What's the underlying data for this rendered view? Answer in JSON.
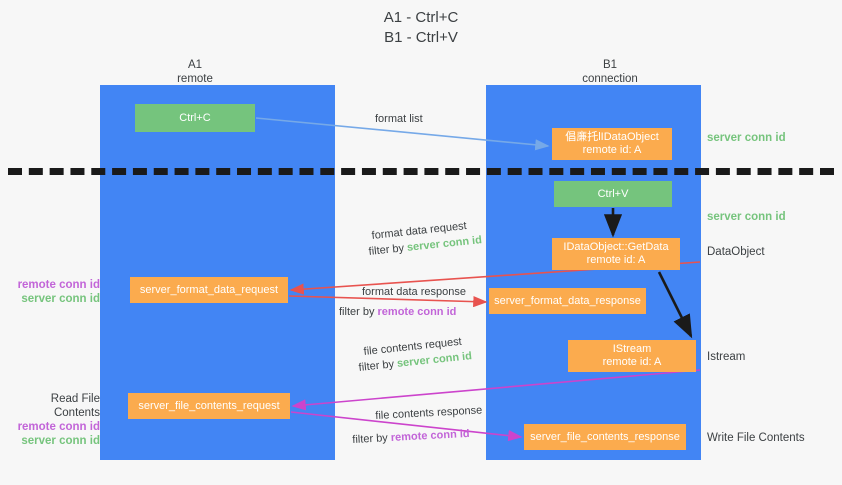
{
  "title": {
    "line1": "A1 - Ctrl+C",
    "line2": "B1 - Ctrl+V"
  },
  "lanes": [
    {
      "name": "A1",
      "sub": "remote",
      "color": "#4285f4"
    },
    {
      "name": "B1",
      "sub": "connection",
      "color": "#4285f4"
    }
  ],
  "colors": {
    "lane": "#4285f4",
    "green_box": "#75c47d",
    "orange_box": "#fbab4e",
    "server_conn_text": "#76c47d",
    "remote_conn_text": "#c265d8",
    "arrow_blue": "#76a9e8",
    "arrow_red": "#e8534f",
    "arrow_magenta": "#cc44cc",
    "arrow_black": "#1a1a1a",
    "divider": "#1a1a1a",
    "background": "#f7f7f7"
  },
  "boxes": {
    "ctrl_c": {
      "label": "Ctrl+C"
    },
    "idataobject": {
      "line1": "倡亷托lIDataObject",
      "line2": "remote id: A"
    },
    "ctrl_v": {
      "label": "Ctrl+V"
    },
    "getdata": {
      "line1": "IDataObject::GetData",
      "line2": "remote id: A"
    },
    "format_data_request": {
      "label": "server_format_data_request"
    },
    "format_data_response": {
      "label": "server_format_data_response"
    },
    "istream": {
      "line1": "IStream",
      "line2": "remote id: A"
    },
    "file_contents_request": {
      "label": "server_file_contents_request"
    },
    "file_contents_response": {
      "label": "server_file_contents_response"
    }
  },
  "arrow_labels": {
    "format_list": "format list",
    "format_data_request": "format data request",
    "format_data_request_filter_prefix": "filter by ",
    "format_data_request_filter_value": "server conn id",
    "format_data_response": "format data response",
    "format_data_response_filter_prefix": "filter by ",
    "format_data_response_filter_value": "remote conn id",
    "file_contents_request": "file contents request",
    "file_contents_request_filter_prefix": "filter by ",
    "file_contents_request_filter_value": "server conn id",
    "file_contents_response": "file contents response",
    "file_contents_response_filter_prefix": "filter by ",
    "file_contents_response_filter_value": "remote conn id"
  },
  "right_notes": {
    "server_conn_id_1": "server conn id",
    "server_conn_id_2": "server conn id",
    "dataobject": "DataObject",
    "istream": "Istream",
    "write_file_contents": "Write File Contents"
  },
  "left_notes": {
    "remote_conn_id_1": "remote conn id",
    "server_conn_id_1": "server conn id",
    "read_file_contents": "Read File Contents",
    "remote_conn_id_2": "remote conn id",
    "server_conn_id_2": "server conn id"
  }
}
